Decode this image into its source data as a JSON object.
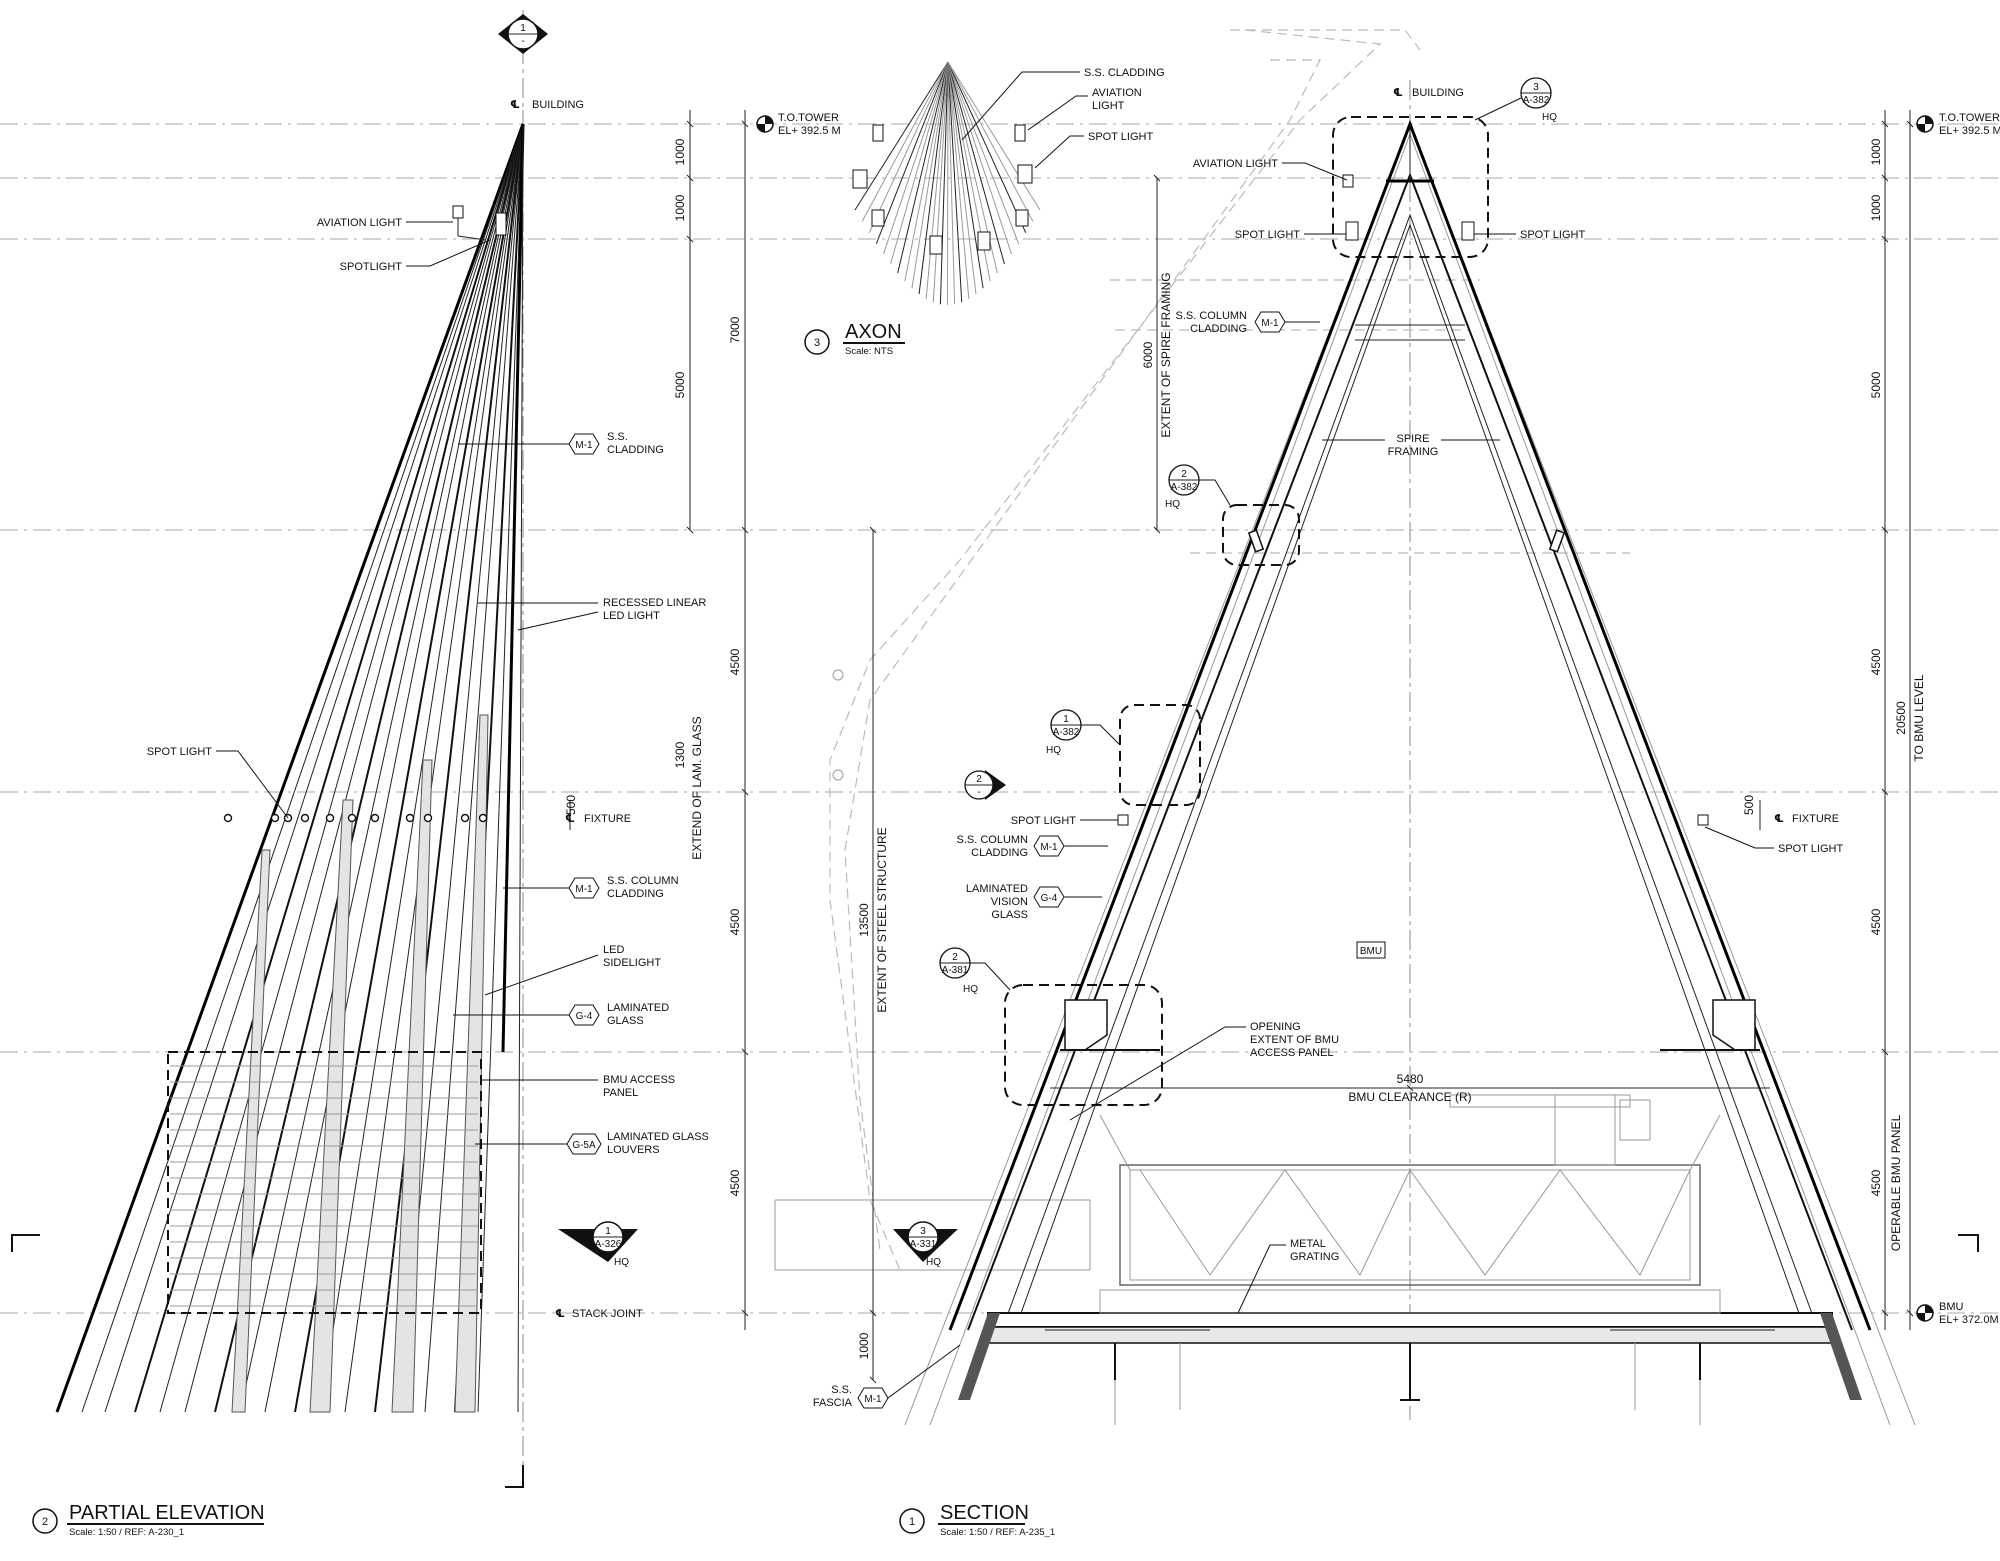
{
  "elevation": {
    "title_num": "2",
    "title": "PARTIAL ELEVATION",
    "scale": "Scale: 1:50 / REF: A-230_1",
    "top_marker": {
      "num": "1",
      "sub": "-"
    },
    "building_cl": "BUILDING",
    "tot": {
      "line1": "T.O.TOWER",
      "line2": "EL+ 392.5 M"
    },
    "labels": {
      "aviation_light": "AVIATION LIGHT",
      "spotlight": "SPOTLIGHT",
      "ss_cladding": [
        "S.S.",
        "CLADDING"
      ],
      "recessed": [
        "RECESSED LINEAR",
        "LED LIGHT"
      ],
      "spot_light": "SPOT LIGHT",
      "fixture": "FIXTURE",
      "ss_column": [
        "S.S. COLUMN",
        "CLADDING"
      ],
      "led_sidelight": [
        "LED",
        "SIDELIGHT"
      ],
      "laminated_glass": [
        "LAMINATED",
        "GLASS"
      ],
      "bmu_access": [
        "BMU ACCESS",
        "PANEL"
      ],
      "louvers": [
        "LAMINATED GLASS",
        "LOUVERS"
      ],
      "stack_joint": "STACK JOINT",
      "extend_lam": "EXTEND OF LAM. GLASS"
    },
    "tags": {
      "m1a": "M-1",
      "m1b": "M-1",
      "g4": "G-4",
      "g5a": "G-5A"
    },
    "section_marker": {
      "num": "1",
      "ref": "A-326",
      "hq": "HQ"
    },
    "dims": {
      "d1000a": "1000",
      "d1000b": "1000",
      "d7000": "7000",
      "d5000": "5000",
      "d4500a": "4500",
      "d1300": "1300",
      "d500": "500",
      "d4500b": "4500",
      "d4500c": "4500"
    }
  },
  "axon": {
    "title_num": "3",
    "title": "AXON",
    "scale": "Scale: NTS",
    "labels": {
      "ss_cladding": "S.S. CLADDING",
      "aviation": [
        "AVIATION",
        "LIGHT"
      ],
      "spot": "SPOT LIGHT"
    }
  },
  "section": {
    "title_num": "1",
    "title": "SECTION",
    "scale": "Scale: 1:50 / REF: A-235_1",
    "building_cl": "BUILDING",
    "tot": {
      "line1": "T.O.TOWER",
      "line2": "EL+ 392.5 M"
    },
    "bmu_level": {
      "line1": "BMU",
      "line2": "EL+ 372.0M"
    },
    "details": [
      {
        "num": "3",
        "ref": "A-382",
        "hq": "HQ"
      },
      {
        "num": "2",
        "ref": "A-382",
        "hq": "HQ"
      },
      {
        "num": "1",
        "ref": "A-382",
        "hq": "HQ"
      },
      {
        "num": "2",
        "ref": "A-381",
        "hq": "HQ"
      }
    ],
    "mid_marker": {
      "num": "2",
      "sub": "-"
    },
    "bot_marker": {
      "num": "3",
      "ref": "A-331",
      "hq": "HQ"
    },
    "labels": {
      "aviation": "AVIATION LIGHT",
      "spot_l": "SPOT LIGHT",
      "spot_r": "SPOT LIGHT",
      "ss_col": [
        "S.S. COLUMN",
        "CLADDING"
      ],
      "spire": [
        "SPIRE",
        "FRAMING"
      ],
      "spot_mid": "SPOT LIGHT",
      "ss_col2": [
        "S.S. COLUMN",
        "CLADDING"
      ],
      "lam_vision": [
        "LAMINATED",
        "VISION",
        "GLASS"
      ],
      "fixture": "FIXTURE",
      "spot_right2": "SPOT LIGHT",
      "bmu": "BMU",
      "opening": [
        "OPENING",
        "EXTENT OF BMU",
        "ACCESS PANEL"
      ],
      "bmu_clear_dim": "5480",
      "bmu_clear": "BMU CLEARANCE (R)",
      "metal": [
        "METAL",
        "GRATING"
      ],
      "fascia": [
        "S.S.",
        "FASCIA"
      ],
      "extent_spire": "EXTENT OF SPIRE FRAMING",
      "extent_steel": "EXTENT OF STEEL STRUCTURE",
      "to_bmu": "TO BMU LEVEL",
      "operable": "OPERABLE BMU PANEL"
    },
    "tags": {
      "m1a": "M-1",
      "m1b": "M-1",
      "g4": "G-4",
      "m1c": "M-1"
    },
    "dims": {
      "d6000": "6000",
      "d13500": "13500",
      "d1000c": "1000",
      "r1000a": "1000",
      "r1000b": "1000",
      "r5000": "5000",
      "r4500a": "4500",
      "r20500": "20500",
      "r500": "500",
      "r4500b": "4500",
      "r4500c": "4500"
    }
  }
}
